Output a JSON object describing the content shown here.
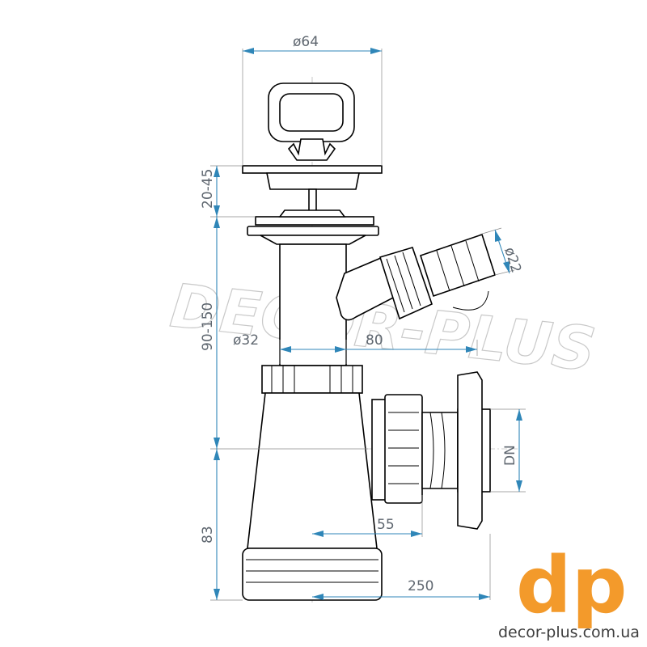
{
  "dimensions": {
    "d64": "ø64",
    "h20_45": "20-45",
    "h90_150": "90-150",
    "d32": "ø32",
    "l80": "80",
    "d22": "ø22",
    "dn": "DN",
    "h83": "83",
    "l55": "55",
    "l250": "250"
  },
  "watermark": "DECOR-PLUS",
  "brand": {
    "mark": "dp",
    "url": "decor-plus.com.ua",
    "color": "#f39a2b"
  },
  "colors": {
    "dimension_line": "#2f86b8",
    "outline": "#000000"
  }
}
